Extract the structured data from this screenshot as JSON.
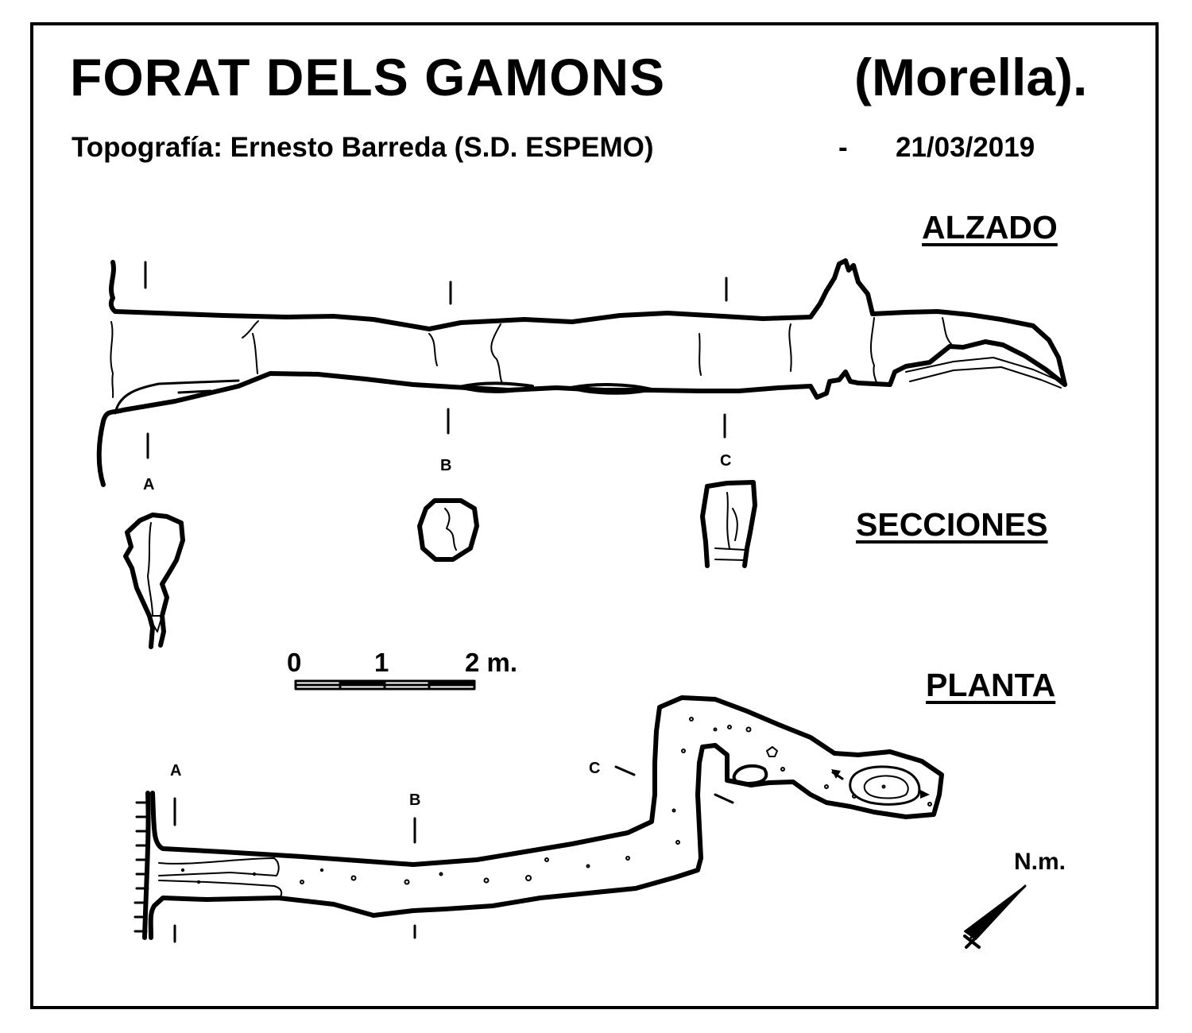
{
  "header": {
    "title": "FORAT  DELS  GAMONS",
    "place": "(Morella).",
    "credit": "Topografía:  Ernesto Barreda  (S.D. ESPEMO)",
    "separator": "-",
    "date": "21/03/2019"
  },
  "sections_heading": {
    "alzado": "ALZADO",
    "secciones": "SECCIONES",
    "planta": "PLANTA"
  },
  "section_labels": {
    "elevation": [
      "A",
      "B",
      "C"
    ],
    "plan": [
      "A",
      "B",
      "C"
    ]
  },
  "scale_bar": {
    "labels": [
      "0",
      "1",
      "2 m."
    ]
  },
  "north_arrow": {
    "label": "N.m."
  },
  "colors": {
    "ink": "#000000",
    "paper": "#ffffff"
  }
}
